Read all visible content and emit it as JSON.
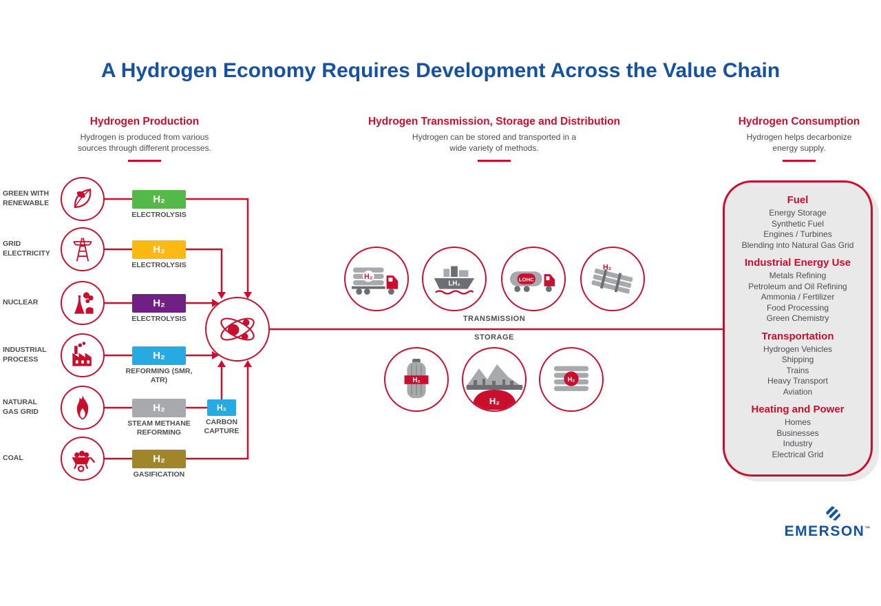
{
  "colors": {
    "red": "#C8102E",
    "blue": "#15529F",
    "text": "#4D4D4F",
    "gray": "#A7A9AC",
    "graydark": "#6D6E71",
    "panel": "#E9E9EA"
  },
  "title": "A Hydrogen Economy Requires Development Across the Value Chain",
  "production": {
    "heading": "Hydrogen Production",
    "subtitle": "Hydrogen is produced from various sources through different processes.",
    "rows": [
      {
        "source": "GREEN WITH RENEWABLE",
        "h2": "H₂",
        "process": "ELECTROLYSIS",
        "color": "#54B948"
      },
      {
        "source": "GRID ELECTRICITY",
        "h2": "H₂",
        "process": "ELECTROLYSIS",
        "color": "#FDB913"
      },
      {
        "source": "NUCLEAR",
        "h2": "H₂",
        "process": "ELECTROLYSIS",
        "color": "#702082"
      },
      {
        "source": "INDUSTRIAL PROCESS",
        "h2": "H₂",
        "process": "REFORMING (SMR, ATR)",
        "color": "#27AAE1"
      },
      {
        "source": "NATURAL GAS GRID",
        "h2": "H₂",
        "process": "STEAM METHANE REFORMING",
        "color": "#A7A9AC"
      },
      {
        "source": "COAL",
        "h2": "H₂",
        "process": "GASIFICATION",
        "color": "#A08629"
      }
    ],
    "carbon_capture": {
      "h2": "H₂",
      "label": "CARBON CAPTURE",
      "color": "#27AAE1"
    }
  },
  "transmission": {
    "heading": "Hydrogen Transmission, Storage and Distribution",
    "subtitle": "Hydrogen can be stored and transported in a wide variety of methods.",
    "row1_label": "TRANSMISSION",
    "row2_label": "STORAGE",
    "badges": {
      "truck": "H₂",
      "ship": "LH₂",
      "lohc": "LOHC",
      "pipeline": "H₂",
      "tank": "H₂",
      "underground": "H₂",
      "coil": "H₂"
    }
  },
  "consumption": {
    "heading": "Hydrogen Consumption",
    "subtitle": "Hydrogen helps decarbonize energy supply.",
    "categories": [
      {
        "title": "Fuel",
        "items": [
          "Energy Storage",
          "Synthetic Fuel",
          "Engines / Turbines",
          "Blending into Natural Gas Grid"
        ]
      },
      {
        "title": "Industrial Energy Use",
        "items": [
          "Metals Refining",
          "Petroleum and Oil Refining",
          "Ammonia / Fertilizer",
          "Food Processing",
          "Green Chemistry"
        ]
      },
      {
        "title": "Transportation",
        "items": [
          "Hydrogen Vehicles",
          "Shipping",
          "Trains",
          "Heavy Transport",
          "Aviation"
        ]
      },
      {
        "title": "Heating and Power",
        "items": [
          "Homes",
          "Businesses",
          "Industry",
          "Electrical Grid"
        ]
      }
    ]
  },
  "brand": {
    "name": "EMERSON",
    "tm": "™"
  }
}
